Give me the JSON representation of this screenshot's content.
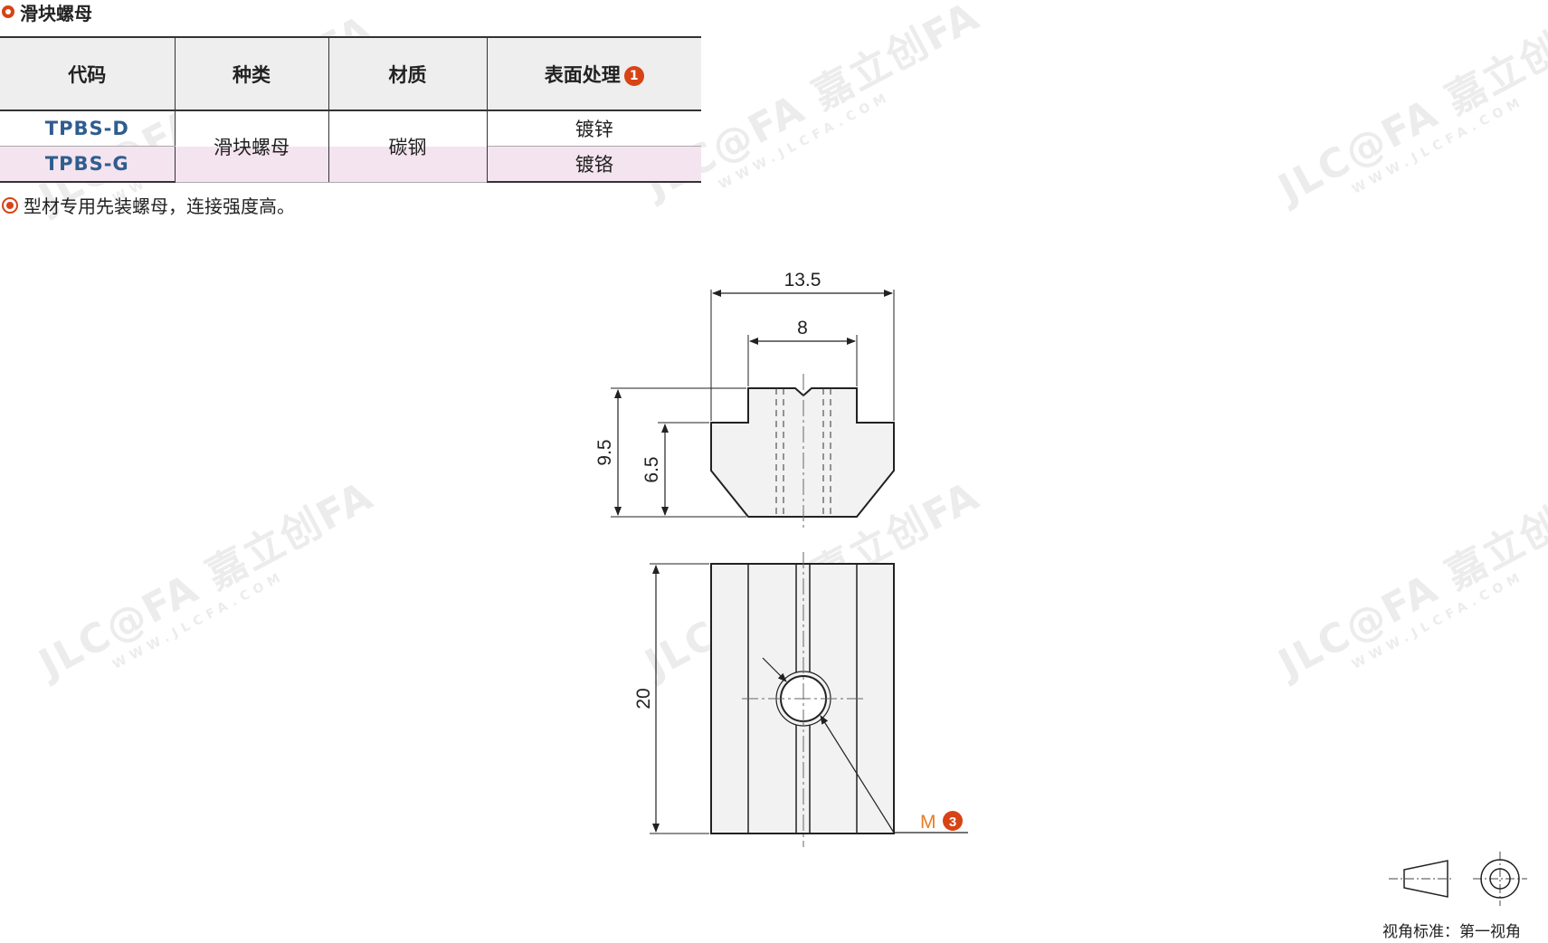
{
  "section_title": "滑块螺母",
  "table": {
    "headers": [
      "代码",
      "种类",
      "材质",
      "表面处理"
    ],
    "surface_badge": "1",
    "rows": [
      {
        "code": "TPBS-D",
        "surface": "镀锌"
      },
      {
        "code": "TPBS-G",
        "surface": "镀铬"
      }
    ],
    "type_value": "滑块螺母",
    "material_value": "碳钢"
  },
  "note": "型材专用先装螺母，连接强度高。",
  "dimensions": {
    "width_total": "13.5",
    "width_top": "8",
    "height_total": "9.5",
    "height_shoulder": "6.5",
    "length": "20",
    "thread_label": "M",
    "thread_badge": "3"
  },
  "view_standard": "视角标准：第一视角",
  "watermark": {
    "brand": "JLC@FA 嘉立创FA",
    "url": "WWW.JLCFA.COM"
  },
  "colors": {
    "accent": "#d84315",
    "code_text": "#2f5d8e",
    "stripe": "#f4e4ef",
    "part_fill": "#f2f2f2"
  }
}
